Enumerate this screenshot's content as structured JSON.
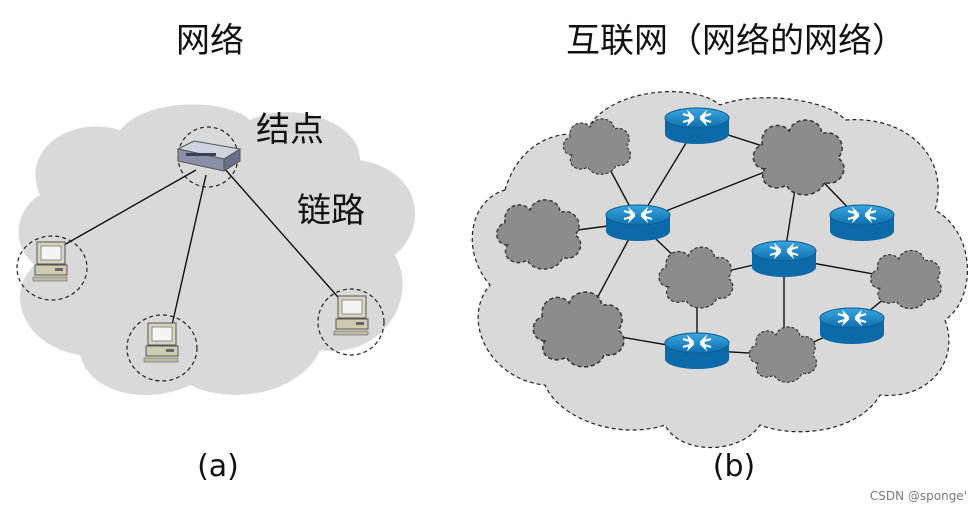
{
  "diagram": {
    "panel_a": {
      "title": "网络",
      "node_label": "结点",
      "link_label": "链路",
      "caption": "(a)"
    },
    "panel_b": {
      "title": "互联网（网络的网络）",
      "caption": "(b)"
    },
    "watermark": "CSDN @sponge'",
    "colors": {
      "cloud_light": "#d9d9d9",
      "cloud_dark": "#8c8c8c",
      "router_blue": "#1783c3",
      "router_top": "#39a6de"
    },
    "icons": [
      "switch-icon",
      "computer-icon",
      "router-icon",
      "network-cloud-icon"
    ]
  }
}
